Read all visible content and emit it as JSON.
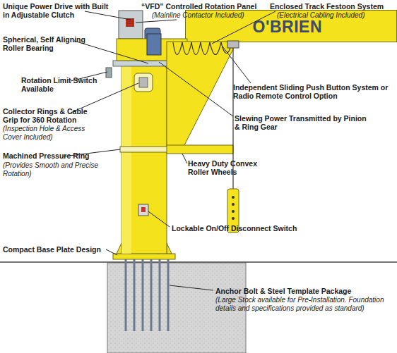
{
  "diagram": {
    "nodes": [
      {
        "text": [
          "O'BRIEN"
        ]
      }
    ],
    "labels": [
      "Unique Power Drive with Built in Adjustable Clutch",
      "“VFD” Controlled Rotation Panel",
      "(Mainline Contactor Included)",
      "Enclosed Track Festoon System",
      "(Electrical Cabling Included)",
      "Spherical, Self Aligning Roller Bearing",
      "Independent Sliding Push Button System or Radio Remote Control Option",
      "Rotation Limit Switch Available",
      "Collector Rings & Cable Grip for 360 Rotation",
      "(Inspection Hole & Access Cover Included)",
      "Slewing Power Transmitted by Pinion & Ring Gear",
      "Machined Pressure Ring",
      "(Provides Smooth and Precise Rotation)",
      "Heavy Duty Convex Roller Wheels",
      "Lockable On/Off Disconnect Switch",
      "Compact Base Plate Design",
      "Anchor Bolt & Steel Template Package",
      "(Large Stock available for Pre-Installation. Foundation details and specifications provided as standard)"
    ]
  }
}
